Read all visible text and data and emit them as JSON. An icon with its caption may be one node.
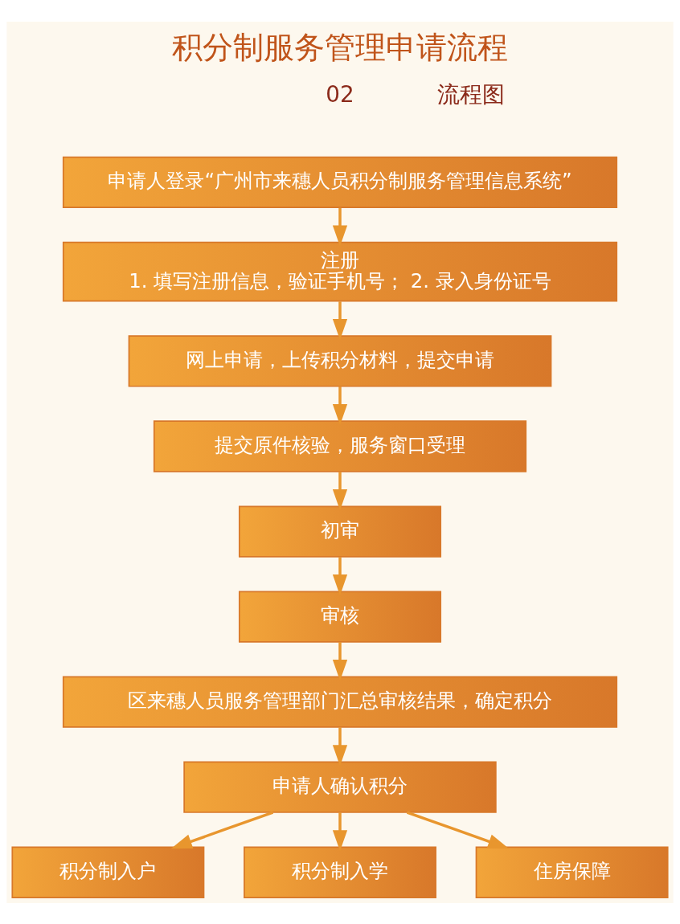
{
  "diagram": {
    "title": "积分制服务管理申请流程",
    "nodes": [
      {
        "text": [
          "申请人登录“广州市来穗人员积分制服务管理信息系统”"
        ]
      },
      {
        "text": [
          "注册",
          "1. 填写注册信息，验证手机号； 2. 录入身份证号"
        ]
      },
      {
        "text": [
          "网上申请，上传积分材料，提交申请"
        ]
      },
      {
        "text": [
          "提交原件核验，服务窗口受理"
        ]
      },
      {
        "text": [
          "初审"
        ]
      },
      {
        "text": [
          "审核"
        ]
      },
      {
        "text": [
          "区来穗人员服务管理部门汇总审核结果，确定积分"
        ]
      },
      {
        "text": [
          "申请人确认积分"
        ]
      },
      {
        "text": [
          "积分制入户"
        ]
      },
      {
        "text": [
          "积分制入学"
        ]
      },
      {
        "text": [
          "住房保障"
        ]
      }
    ],
    "edges": [
      {
        "from": 0,
        "to": 1,
        "arrow": "to"
      },
      {
        "from": 1,
        "to": 2,
        "arrow": "to"
      },
      {
        "from": 2,
        "to": 3,
        "arrow": "to"
      },
      {
        "from": 3,
        "to": 4,
        "arrow": "to"
      },
      {
        "from": 4,
        "to": 5,
        "arrow": "to"
      },
      {
        "from": 5,
        "to": 6,
        "arrow": "to"
      },
      {
        "from": 6,
        "to": 7,
        "arrow": "to"
      },
      {
        "from": 7,
        "to": 8,
        "arrow": "to"
      },
      {
        "from": 7,
        "to": 9,
        "arrow": "to"
      },
      {
        "from": 7,
        "to": 10,
        "arrow": "to"
      }
    ],
    "labels": [
      "02",
      "流程图"
    ]
  }
}
